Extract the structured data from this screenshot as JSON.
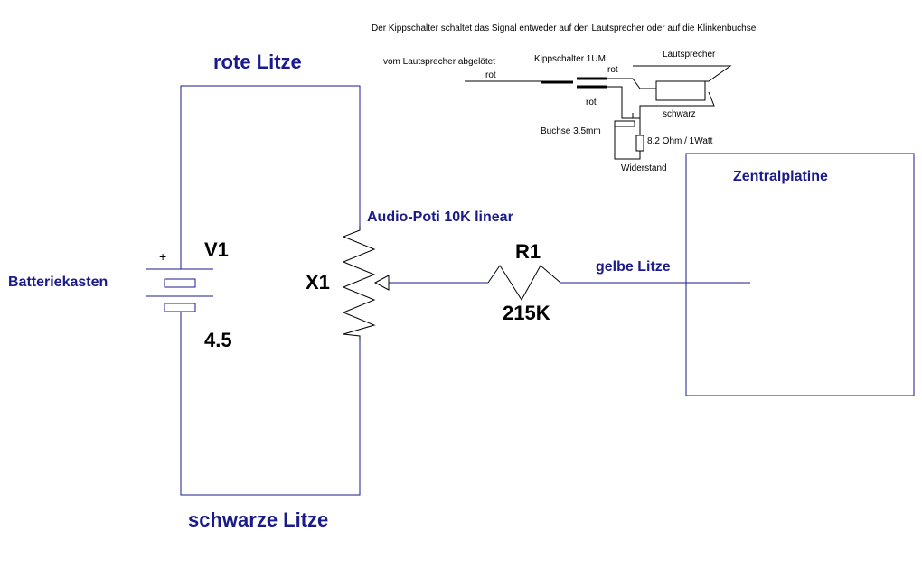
{
  "labels": {
    "rote_litze": "rote Litze",
    "schwarze_litze": "schwarze Litze",
    "batteriekasten": "Batteriekasten",
    "plus": "+",
    "v1": "V1",
    "voltage": "4.5",
    "x1": "X1",
    "audio_poti": "Audio-Poti 10K linear",
    "r1": "R1",
    "r1_value": "215K",
    "gelbe_litze": "gelbe Litze",
    "zentralplatine": "Zentralplatine"
  },
  "inset": {
    "caption": "Der Kippschalter schaltet das Signal entweder auf den Lautsprecher oder auf die Klinkenbuchse",
    "vom_lautsprecher": "vom Lautsprecher abgelötet",
    "rot_in": "rot",
    "kippschalter": "Kippschalter 1UM",
    "rot_top": "rot",
    "lautsprecher": "Lautsprecher",
    "rot_mid": "rot",
    "schwarz": "schwarz",
    "buchse": "Buchse 3.5mm",
    "widerstand_value": "8.2 Ohm / 1Watt",
    "widerstand": "Widerstand"
  },
  "colors": {
    "wire": "#1a1a8c",
    "label_blue": "#1a1a8c",
    "black": "#000000",
    "background": "#ffffff"
  }
}
